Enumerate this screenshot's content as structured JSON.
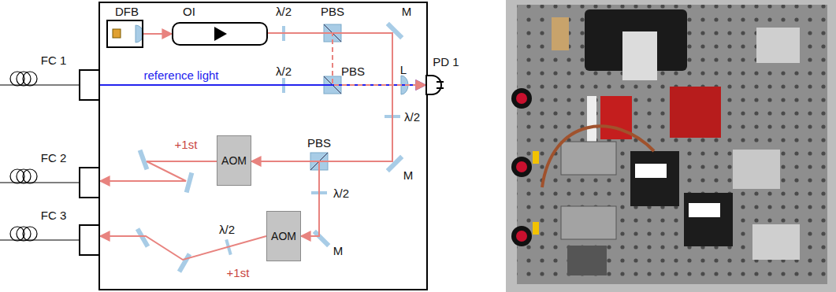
{
  "diagram": {
    "nodes": [
      {
        "text": [
          "DFB"
        ]
      },
      {
        "text": [
          "OI"
        ]
      },
      {
        "text": [
          "FC 1"
        ]
      },
      {
        "text": [
          "FC 2"
        ]
      },
      {
        "text": [
          "FC 3"
        ]
      },
      {
        "text": [
          "AOM"
        ]
      },
      {
        "text": [
          "AOM"
        ]
      },
      {
        "text": [
          "PD 1"
        ]
      }
    ],
    "edges": [
      {
        "from": 0,
        "to": 1,
        "arrow": "to"
      },
      {
        "from": 2,
        "to": 7,
        "arrow": "to",
        "label": "reference light"
      },
      {
        "from": 1,
        "to": 7,
        "arrow": "to"
      },
      {
        "from": 1,
        "to": 5,
        "arrow": "to"
      },
      {
        "from": 1,
        "to": 6,
        "arrow": "to"
      },
      {
        "from": 5,
        "to": 3,
        "arrow": "to",
        "label": "+1st"
      },
      {
        "from": 6,
        "to": 4,
        "arrow": "to",
        "label": "+1st"
      }
    ],
    "labels": [
      "λ/2",
      "PBS",
      "M",
      "λ/2",
      "PBS",
      "L",
      "PBS",
      "λ/2",
      "M",
      "λ/2",
      "λ/2",
      "M"
    ]
  }
}
